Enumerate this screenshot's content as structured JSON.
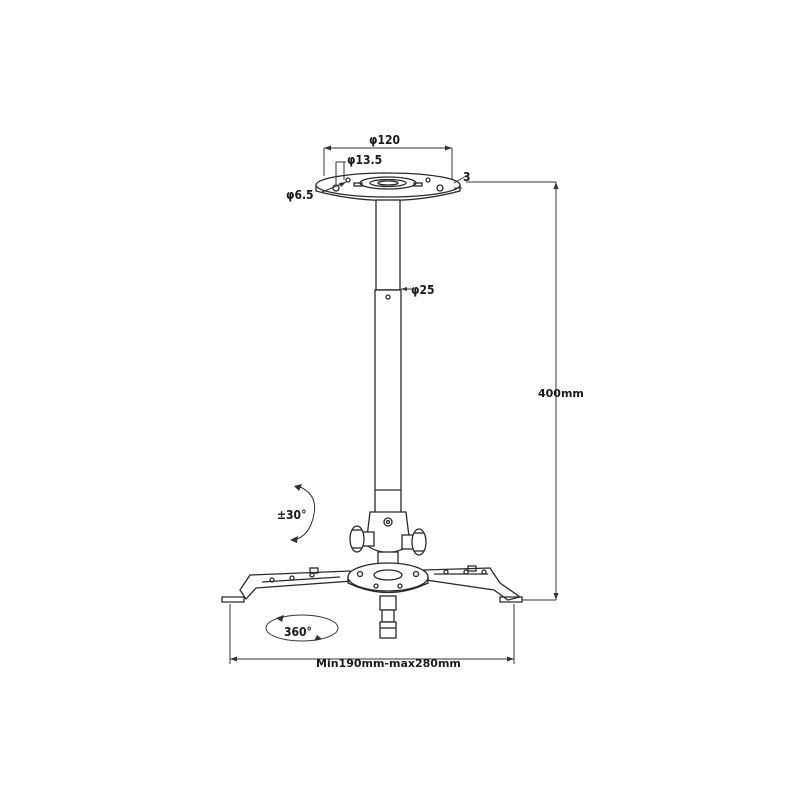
{
  "dimensions": {
    "plate_diameter": "φ120",
    "hole_large": "φ13.5",
    "hole_small": "φ6.5",
    "plate_thickness": "3",
    "tube_diameter": "φ25",
    "total_height": "400mm",
    "tilt": "±30°",
    "swivel": "360°",
    "arm_span": "Min190mm-max280mm"
  }
}
